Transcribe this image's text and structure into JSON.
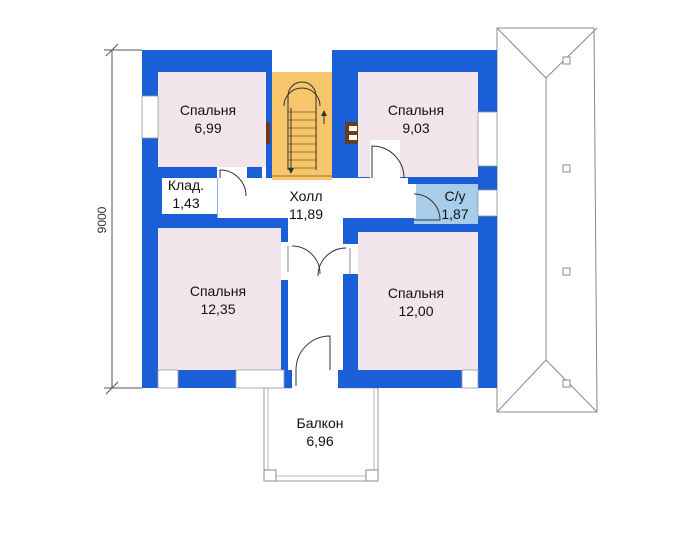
{
  "colors": {
    "wall": "#1a5fd8",
    "room_fill": "#f2e6ec",
    "hall_fill": "#ffffff",
    "bath_fill": "#a8cdea",
    "stair_fill": "#f7c56a",
    "chimney": "#6b3b1e",
    "roof_line": "#888888"
  },
  "dimension": {
    "label": "9000"
  },
  "rooms": [
    {
      "name": "Спальня",
      "area": "6,99"
    },
    {
      "name": "Спальня",
      "area": "9,03"
    },
    {
      "name": "Клад.",
      "area": "1,43"
    },
    {
      "name": "Холл",
      "area": "11,89"
    },
    {
      "name": "С/у",
      "area": "1,87"
    },
    {
      "name": "Спальня",
      "area": "12,35"
    },
    {
      "name": "Спальня",
      "area": "12,00"
    },
    {
      "name": "Балкон",
      "area": "6,96"
    }
  ]
}
